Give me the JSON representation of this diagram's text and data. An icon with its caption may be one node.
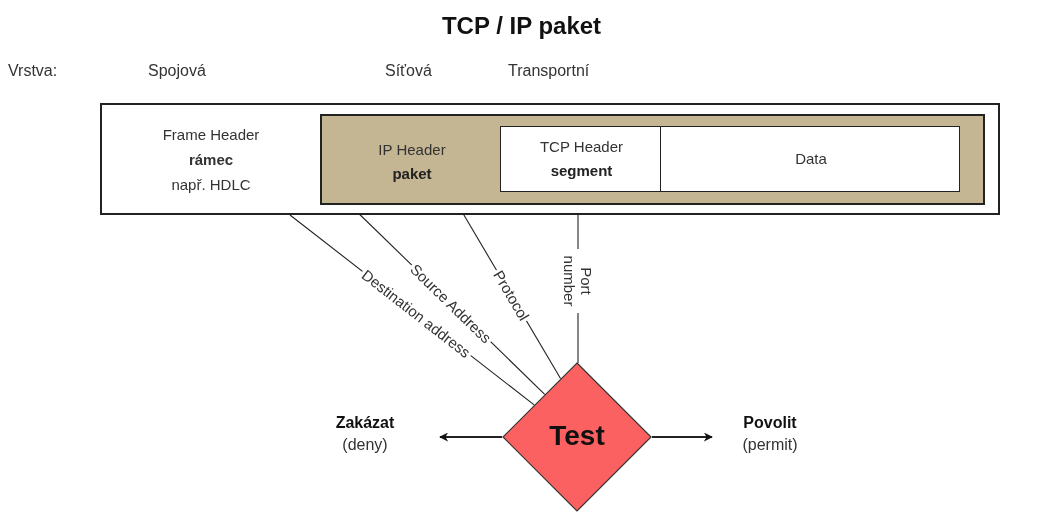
{
  "diagram": {
    "title": "TCP / IP paket",
    "nodes": [
      {
        "text": [
          "Frame Header",
          "rámec",
          "např. HDLC"
        ]
      },
      {
        "text": [
          "IP Header",
          "paket"
        ],
        "in": 0
      },
      {
        "text": [
          "TCP Header",
          "segment"
        ],
        "in": 1
      },
      {
        "text": [
          "Data"
        ],
        "in": 1
      },
      {
        "text": [
          "Test"
        ]
      },
      {
        "text": [
          "Zakázat",
          "(deny)"
        ]
      },
      {
        "text": [
          "Povolit",
          "(permit)"
        ]
      }
    ],
    "edges": [
      {
        "from": 0,
        "to": 4,
        "arrow": "none",
        "label": "Destination address"
      },
      {
        "from": 1,
        "to": 4,
        "arrow": "none",
        "label": "Source Address"
      },
      {
        "from": 1,
        "to": 4,
        "arrow": "none",
        "label": "Protocol"
      },
      {
        "from": 2,
        "to": 4,
        "arrow": "none",
        "label": "Port number"
      },
      {
        "from": 4,
        "to": 5,
        "arrow": "to"
      },
      {
        "from": 4,
        "to": 6,
        "arrow": "to"
      }
    ],
    "labels": [
      "Vrstva:",
      "Spojová",
      "Síťová",
      "Transportní"
    ]
  }
}
